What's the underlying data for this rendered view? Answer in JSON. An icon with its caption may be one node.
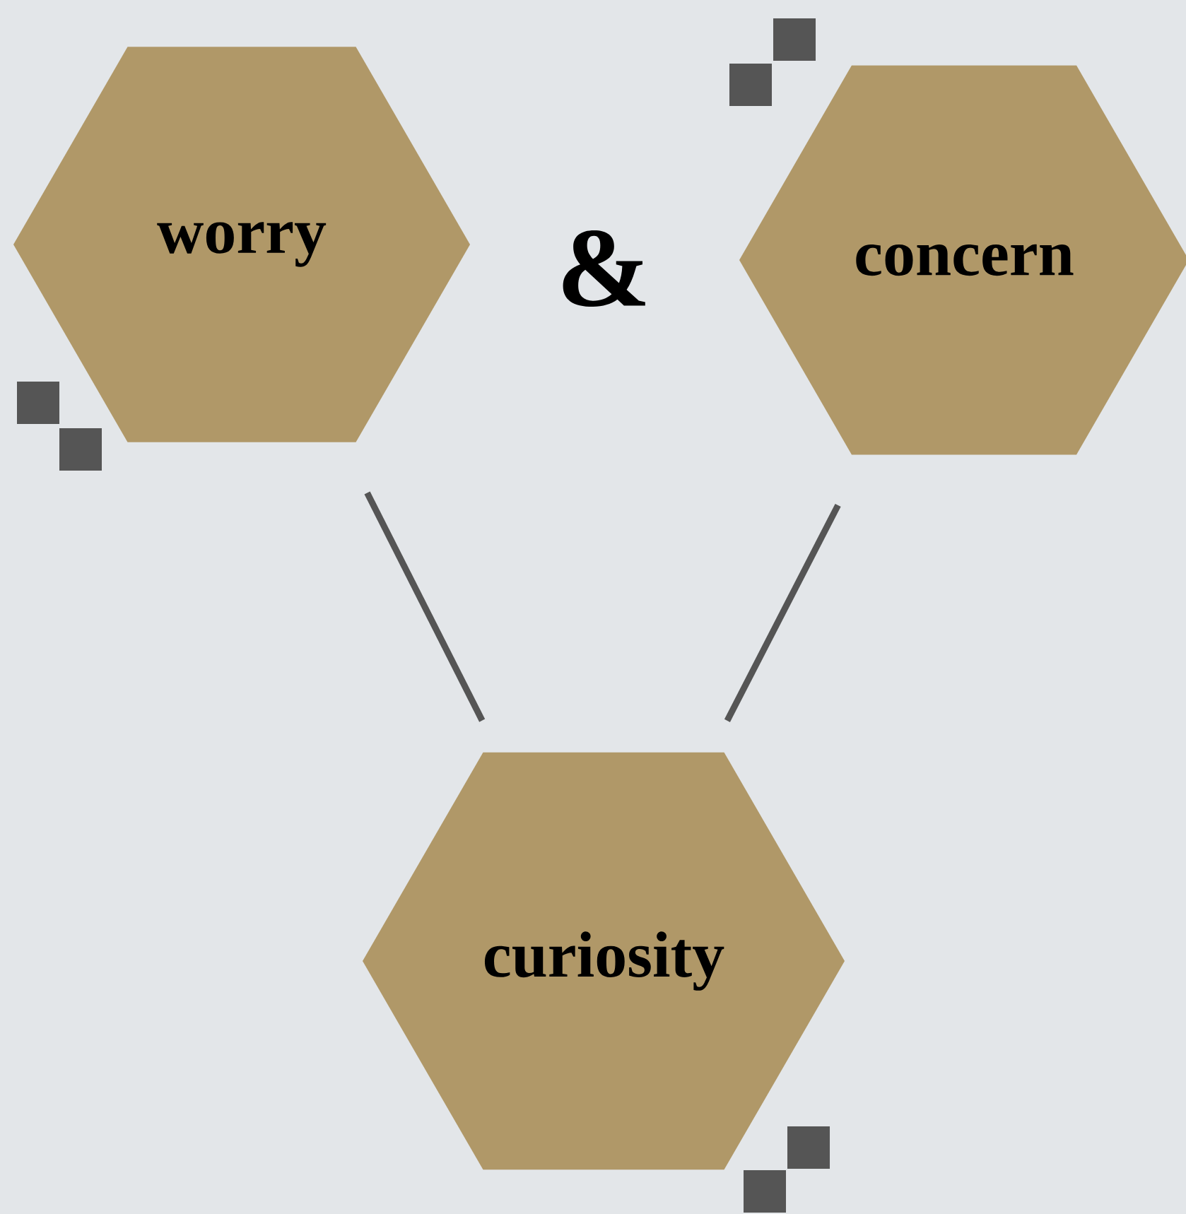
{
  "diagram": {
    "nodes": [
      {
        "text": [
          "worry"
        ]
      },
      {
        "text": [
          "concern"
        ]
      },
      {
        "text": [
          "curiosity"
        ]
      }
    ],
    "edges": [
      {
        "from": 0,
        "to": 2,
        "arrow": "none"
      },
      {
        "from": 1,
        "to": 2,
        "arrow": "none"
      }
    ],
    "labels": [
      "&"
    ]
  }
}
